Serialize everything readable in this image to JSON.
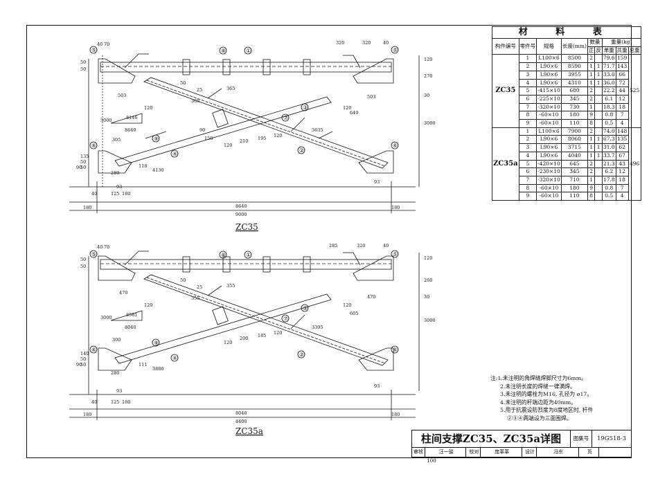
{
  "drawing_zc35": {
    "caption": "ZC35",
    "member_marks": [
      "①",
      "②",
      "③",
      "④",
      "⑤",
      "⑥",
      "⑦",
      "⑧",
      "⑨"
    ],
    "dims_top": [
      "40",
      "70",
      "320",
      "320",
      "40"
    ],
    "dims_left": [
      "50",
      "50",
      "90",
      "135",
      "50",
      "50"
    ],
    "dims_right": [
      "120",
      "270",
      "30",
      "3000"
    ],
    "dims_bottom": [
      "40",
      "180",
      "125",
      "180",
      "180",
      "8640",
      "9000"
    ],
    "dims_diag": [
      "503",
      "120",
      "365",
      "365",
      "25",
      "50",
      "120",
      "150",
      "90",
      "210",
      "195",
      "120",
      "3635",
      "503",
      "120",
      "640",
      "4130",
      "118",
      "93",
      "93",
      "8146",
      "3000",
      "8640",
      "305",
      "280"
    ]
  },
  "drawing_zc35a": {
    "caption": "ZC35a",
    "member_marks": [
      "①",
      "②",
      "③",
      "④",
      "⑤",
      "⑥",
      "⑦",
      "⑧",
      "⑨"
    ],
    "dims_top": [
      "40",
      "70",
      "285",
      "320",
      "40"
    ],
    "dims_left": [
      "50",
      "50",
      "90",
      "140",
      "50",
      "50"
    ],
    "dims_right": [
      "120",
      "260",
      "30",
      "3000"
    ],
    "dims_bottom": [
      "40",
      "180",
      "125",
      "180",
      "180",
      "8040",
      "8400"
    ],
    "dims_diag": [
      "470",
      "120",
      "355",
      "355",
      "25",
      "50",
      "120",
      "200",
      "185",
      "120",
      "3395",
      "470",
      "120",
      "605",
      "3880",
      "111",
      "93",
      "93",
      "8581",
      "3000",
      "8040",
      "300",
      "280"
    ]
  },
  "material_table": {
    "title": "材 料 表",
    "headers": {
      "member_no": "构件编号",
      "part_no": "零件号",
      "spec": "规格",
      "length": "长度(mm)",
      "qty": "数量",
      "qty_pos": "正",
      "qty_rev": "反",
      "weight": "重量(kg)",
      "unit": "单重",
      "total": "共重",
      "grand": "总重"
    },
    "groups": [
      {
        "name": "ZC35",
        "grand_total": "525",
        "rows": [
          {
            "no": "1",
            "spec": "L100×6",
            "len": "8500",
            "pos": "2",
            "rev": "",
            "unit": "79.6",
            "total": "159"
          },
          {
            "no": "2",
            "spec": "L90×6",
            "len": "8590",
            "pos": "1",
            "rev": "1",
            "unit": "71.7",
            "total": "143"
          },
          {
            "no": "3",
            "spec": "L90×6",
            "len": "3955",
            "pos": "1",
            "rev": "1",
            "unit": "33.0",
            "total": "66"
          },
          {
            "no": "4",
            "spec": "L90×6",
            "len": "4310",
            "pos": "1",
            "rev": "1",
            "unit": "36.0",
            "total": "72"
          },
          {
            "no": "5",
            "spec": "-415×10",
            "len": "680",
            "pos": "2",
            "rev": "",
            "unit": "22.2",
            "total": "44"
          },
          {
            "no": "6",
            "spec": "-225×10",
            "len": "345",
            "pos": "2",
            "rev": "",
            "unit": "6.1",
            "total": "12"
          },
          {
            "no": "7",
            "spec": "-320×10",
            "len": "730",
            "pos": "1",
            "rev": "",
            "unit": "18.3",
            "total": "18"
          },
          {
            "no": "8",
            "spec": "-60×10",
            "len": "180",
            "pos": "9",
            "rev": "",
            "unit": "0.8",
            "total": "7"
          },
          {
            "no": "9",
            "spec": "-60×10",
            "len": "110",
            "pos": "8",
            "rev": "",
            "unit": "0.5",
            "total": "4"
          }
        ]
      },
      {
        "name": "ZC35a",
        "grand_total": "496",
        "rows": [
          {
            "no": "1",
            "spec": "L100×6",
            "len": "7900",
            "pos": "2",
            "rev": "",
            "unit": "74.0",
            "total": "148"
          },
          {
            "no": "2",
            "spec": "L90×6",
            "len": "8060",
            "pos": "1",
            "rev": "1",
            "unit": "67.3",
            "total": "135"
          },
          {
            "no": "3",
            "spec": "L90×6",
            "len": "3715",
            "pos": "1",
            "rev": "1",
            "unit": "31.0",
            "total": "62"
          },
          {
            "no": "4",
            "spec": "L90×6",
            "len": "4040",
            "pos": "1",
            "rev": "1",
            "unit": "33.7",
            "total": "67"
          },
          {
            "no": "5",
            "spec": "-420×10",
            "len": "645",
            "pos": "2",
            "rev": "",
            "unit": "21.3",
            "total": "43"
          },
          {
            "no": "6",
            "spec": "-230×10",
            "len": "345",
            "pos": "2",
            "rev": "",
            "unit": "6.2",
            "total": "12"
          },
          {
            "no": "7",
            "spec": "-320×10",
            "len": "710",
            "pos": "1",
            "rev": "",
            "unit": "17.8",
            "total": "18"
          },
          {
            "no": "8",
            "spec": "-60×10",
            "len": "180",
            "pos": "9",
            "rev": "",
            "unit": "0.8",
            "total": "7"
          },
          {
            "no": "9",
            "spec": "-60×10",
            "len": "110",
            "pos": "8",
            "rev": "",
            "unit": "0.5",
            "total": "4"
          }
        ]
      }
    ]
  },
  "notes": {
    "label": "注:",
    "items": [
      "1.未注明的角焊缝焊脚尺寸为6mm。",
      "2.未注明长度的焊缝一律满焊。",
      "3.未注明的螺栓为M16, 孔径为 ø17。",
      "4.未注明的杆端边距为40mm。",
      "5.用于抗震设防烈度为8度地区时, 杆件",
      "②③④两端设为三面围焊。"
    ]
  },
  "title_block": {
    "title": "柱间支撑ZC35、ZC35a详图",
    "atlas_label": "图集号",
    "atlas_no": "19G518-3",
    "review_label": "审核",
    "reviewer": "汪一骏",
    "check_label": "校对",
    "checker": "庞莘莘",
    "design_label": "设计",
    "designer": "冯东",
    "page_label": "页",
    "page_no": "100"
  },
  "colors": {
    "line": "#111111",
    "paper": "#ffffff"
  }
}
